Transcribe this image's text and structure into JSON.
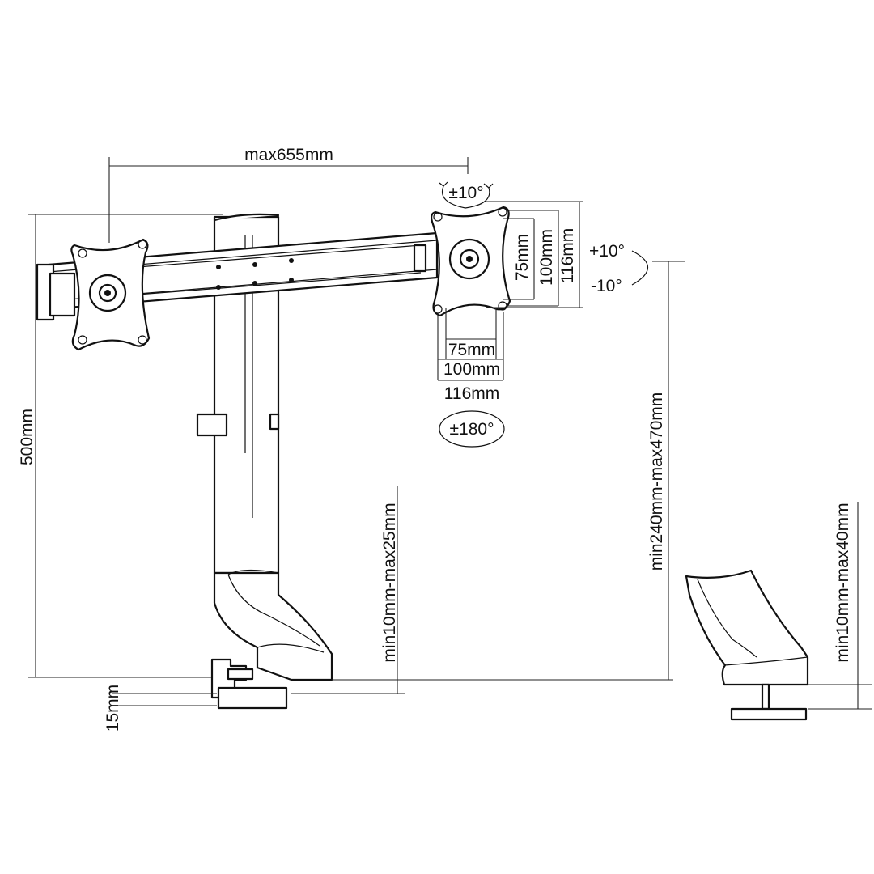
{
  "diagram": {
    "width_label": "max655mm",
    "height_label": "500mm",
    "tilt_label": "±10°",
    "swivel_up_label": "+10°",
    "swivel_down_label": "-10°",
    "rotate_label": "±180°",
    "vesa_h": [
      "75mm",
      "100mm",
      "116mm"
    ],
    "vesa_v": [
      "75mm",
      "100mm",
      "116mm"
    ],
    "clamp_range_label": "min10mm-max25mm",
    "base_thickness_label": "15mm",
    "height_range_label": "min240mm-max470mm",
    "grommet_range_label": "min10mm-max40mm"
  }
}
